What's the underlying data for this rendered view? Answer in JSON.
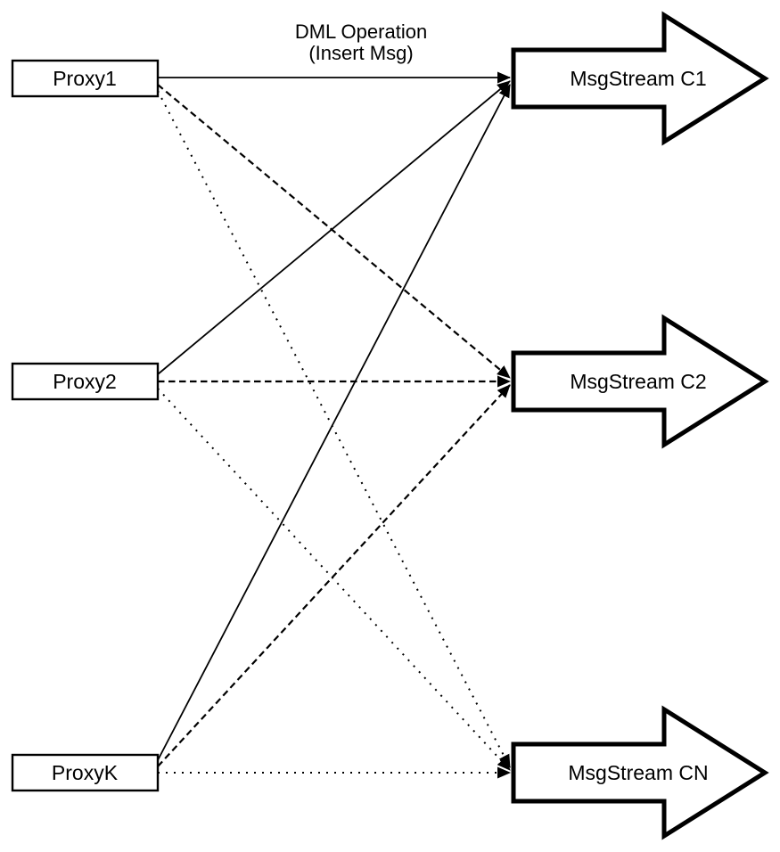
{
  "page": {
    "background": "#ffffff",
    "stroke_color": "#000000",
    "fill_color": "#ffffff"
  },
  "diagram": {
    "edge_label": {
      "line1": "DML Operation",
      "line2": "(Insert Msg)"
    },
    "proxies": [
      {
        "label": "Proxy1"
      },
      {
        "label": "Proxy2"
      },
      {
        "label": "ProxyK"
      }
    ],
    "streams": [
      {
        "label": "MsgStream C1"
      },
      {
        "label": "MsgStream C2"
      },
      {
        "label": "MsgStream CN"
      }
    ],
    "edges": [
      {
        "from": "Proxy1",
        "to": "MsgStream C1",
        "style": "solid"
      },
      {
        "from": "Proxy1",
        "to": "MsgStream C2",
        "style": "dashed"
      },
      {
        "from": "Proxy1",
        "to": "MsgStream CN",
        "style": "dotted"
      },
      {
        "from": "Proxy2",
        "to": "MsgStream C1",
        "style": "solid"
      },
      {
        "from": "Proxy2",
        "to": "MsgStream C2",
        "style": "dashed"
      },
      {
        "from": "Proxy2",
        "to": "MsgStream CN",
        "style": "dotted"
      },
      {
        "from": "ProxyK",
        "to": "MsgStream C1",
        "style": "solid"
      },
      {
        "from": "ProxyK",
        "to": "MsgStream C2",
        "style": "dashed"
      },
      {
        "from": "ProxyK",
        "to": "MsgStream CN",
        "style": "dotted"
      }
    ]
  }
}
